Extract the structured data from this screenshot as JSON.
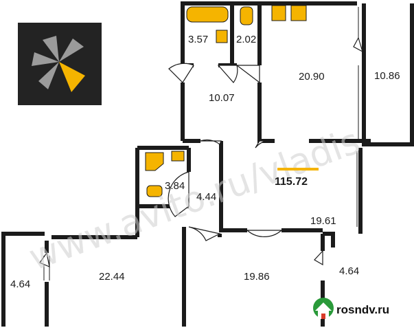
{
  "plan": {
    "rooms": [
      {
        "id": "bath",
        "area": "3.57"
      },
      {
        "id": "wc-top",
        "area": "2.02"
      },
      {
        "id": "kitchen",
        "area": "20.90"
      },
      {
        "id": "balcony-right",
        "area": "10.86"
      },
      {
        "id": "hall",
        "area": "10.07"
      },
      {
        "id": "wc-small",
        "area": "3.84"
      },
      {
        "id": "corridor",
        "area": "4.44"
      },
      {
        "id": "room-center",
        "area": "19.61"
      },
      {
        "id": "room-left",
        "area": "22.44"
      },
      {
        "id": "room-bottom",
        "area": "19.86"
      },
      {
        "id": "balcony-left",
        "area": "4.64"
      },
      {
        "id": "balcony-bottom-right",
        "area": "4.64"
      }
    ],
    "total_area": "115.72"
  },
  "watermark": {
    "text": "www.avito.ru/vladis"
  },
  "footer": {
    "site": "rosndv.ru"
  },
  "colors": {
    "wall": "#1b1b1b",
    "fixture": "#f5b400",
    "logo_bg": "#232323",
    "logo_petal": "#9b9b9b",
    "logo_accent": "#f5b400",
    "watermark": "#cfcfcf",
    "house_icon": "#2a9a3a",
    "house_accent": "#d93b2b"
  },
  "icons": {
    "logo": "pinwheel-logo-icon",
    "site": "house-icon"
  }
}
